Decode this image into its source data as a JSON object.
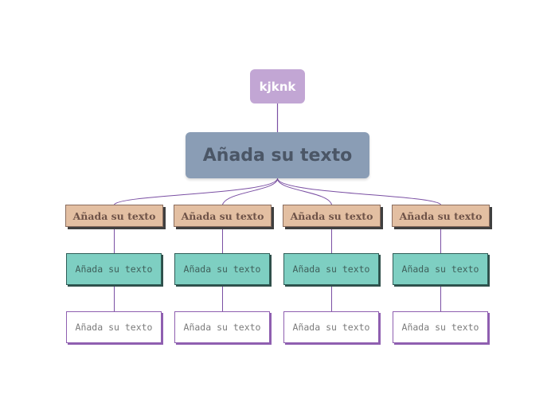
{
  "colors": {
    "connector": "#7a4fa3",
    "root_fill": "#c2a6d4",
    "main_fill": "#8a9db5",
    "level1_fill": "#e3bfa2",
    "level2_fill": "#7ecfc2",
    "level3_fill": "#ffffff"
  },
  "root": {
    "label": "kjknk"
  },
  "main_topic": {
    "label": "Añada su texto"
  },
  "branches": [
    {
      "label": "Añada su texto",
      "child": {
        "label": "Añada su texto",
        "child": {
          "label": "Añada su texto"
        }
      }
    },
    {
      "label": "Añada su texto",
      "child": {
        "label": "Añada su texto",
        "child": {
          "label": "Añada su texto"
        }
      }
    },
    {
      "label": "Añada su texto",
      "child": {
        "label": "Añada su texto",
        "child": {
          "label": "Añada su texto"
        }
      }
    },
    {
      "label": "Añada su texto",
      "child": {
        "label": "Añada su texto",
        "child": {
          "label": "Añada su texto"
        }
      }
    }
  ]
}
